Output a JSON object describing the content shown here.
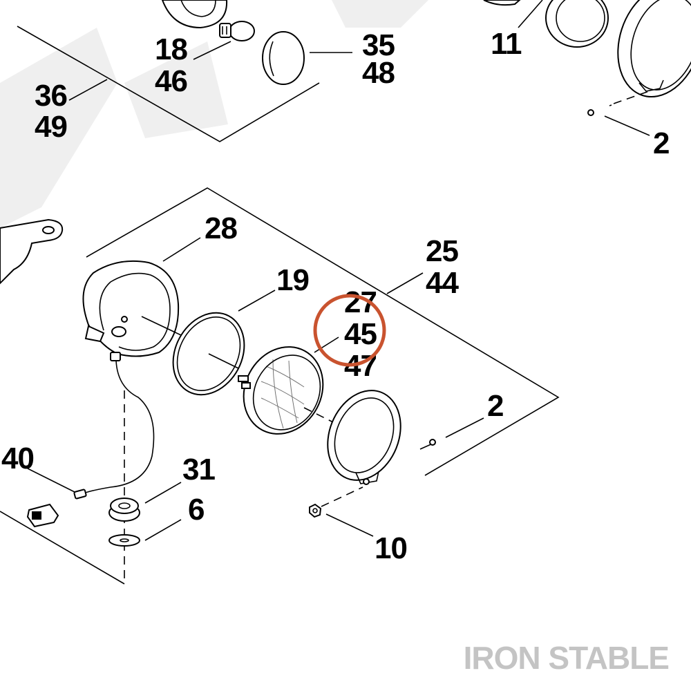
{
  "diagram": {
    "callouts": [
      "18",
      "46",
      "35",
      "48",
      "36",
      "49",
      "11",
      "2",
      "28",
      "25",
      "44",
      "19",
      "27",
      "45",
      "47",
      "2",
      "40",
      "31",
      "6",
      "10"
    ],
    "highlight_color": "#c9532f",
    "line_color": "#000000",
    "watermark_color": "#efefef"
  },
  "brand": {
    "text": "IRON STABLE",
    "color": "#c4c4c4"
  }
}
